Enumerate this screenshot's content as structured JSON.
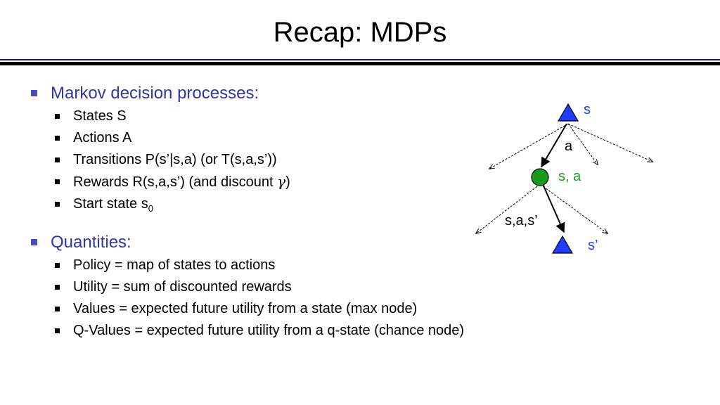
{
  "slide": {
    "title": "Recap: MDPs"
  },
  "sections": {
    "mdp": {
      "heading": "Markov decision processes:",
      "items": [
        "States S",
        "Actions A",
        "Transitions P(s’|s,a) (or T(s,a,s’))",
        "Rewards R(s,a,s’) (and discount ",
        "Start state s"
      ],
      "discount_symbol": "γ",
      "rewards_close": ")",
      "start_subscript": "0"
    },
    "quantities": {
      "heading": "Quantities:",
      "items": [
        "Policy = map of states to actions",
        "Utility = sum of discounted rewards",
        "Values = expected future utility from a state (max node)",
        "Q-Values = expected future utility from a q-state (chance node)"
      ]
    }
  },
  "diagram": {
    "state_label": "s",
    "action_label": "a",
    "qstate_label": "s, a",
    "transition_label": "s,a,s’",
    "next_state_label": "s’",
    "colors": {
      "state_fill": "#1f3cff",
      "qstate_fill": "#1a9a1a",
      "state_label": "#1f3cff",
      "qstate_label": "#1a9a1a",
      "edge": "#000000"
    }
  }
}
